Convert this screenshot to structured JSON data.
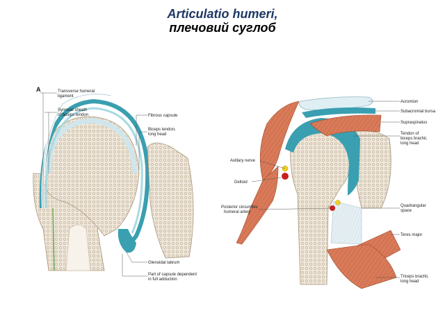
{
  "title": {
    "line1": "Articulatio humeri,",
    "line2": "плечовий суглоб"
  },
  "panel_a": {
    "letter": "A",
    "labels": {
      "transverse_ligament_1": "Transverse humeral",
      "transverse_ligament_2": "ligament",
      "synovial_sheath_1": "Synovial sheath",
      "synovial_sheath_2": "of biceps tendon",
      "fibrous_capsule": "Fibrous capsule",
      "biceps_tendon_1": "Biceps tendon,",
      "biceps_tendon_2": "long head",
      "glenoid_labrum": "Glenoidal labrum",
      "capsule_dependent_1": "Part of capsule dependent",
      "capsule_dependent_2": "in full adduction"
    }
  },
  "panel_b": {
    "labels": {
      "acromion": "Acromion",
      "subacromial_bursa": "Subacromial bursa",
      "supraspinatus": "Supraspinatus",
      "tendon_biceps_1": "Tendon of",
      "tendon_biceps_2": "biceps brachii,",
      "tendon_biceps_3": "long head",
      "axillary_nerve": "Axillary nerve",
      "deltoid": "Deltoid",
      "circumflex_artery_1": "Posterior circumflex",
      "circumflex_artery_2": "humeral artery",
      "quadrangular_space_1": "Quadrangular",
      "quadrangular_space_2": "space",
      "teres_major": "Teres major",
      "triceps_1": "Triceps brachii,",
      "triceps_2": "long head"
    }
  },
  "colors": {
    "title_blue": "#1f3864",
    "capsule_teal": "#3a9fb0",
    "cartilage_light": "#d8eef3",
    "bone": "#ece4d6",
    "spongy": "#c9b9a3",
    "muscle": "#d97a59",
    "nerve_yellow": "#f2d024",
    "artery_red": "#c8201f"
  }
}
